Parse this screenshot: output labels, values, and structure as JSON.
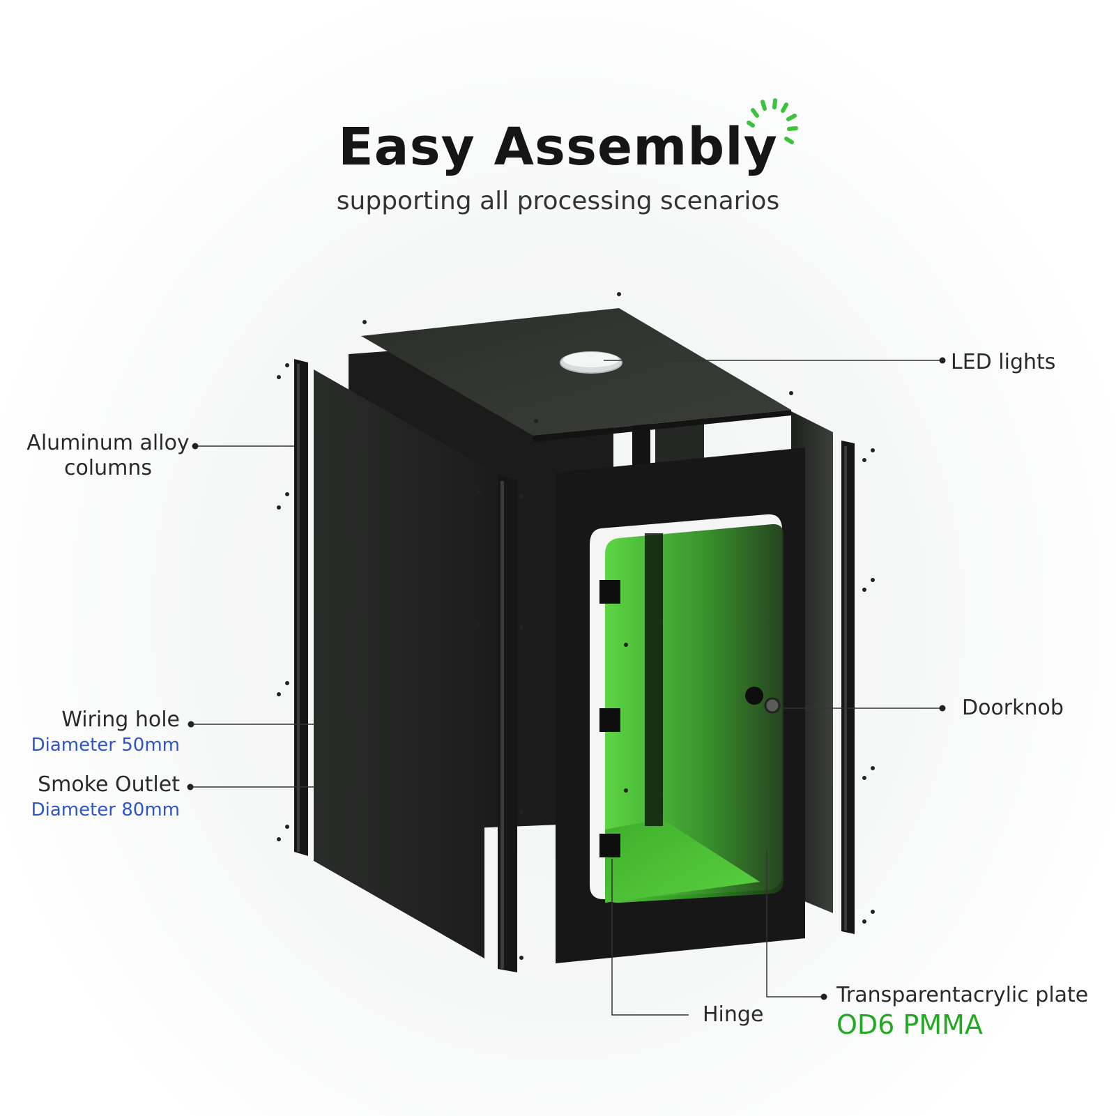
{
  "header": {
    "title": "Easy Assembly",
    "subtitle": "supporting all processing scenarios"
  },
  "colors": {
    "accent_green": "#22a822",
    "spec_blue": "#2f55c8",
    "panel_black": "#1b1d1b",
    "acrylic_green": "#4fd034"
  },
  "labels": {
    "led": {
      "title": "LED lights"
    },
    "columns": {
      "line1": "Aluminum alloy",
      "line2": "columns"
    },
    "wiring": {
      "title": "Wiring hole",
      "spec": "Diameter 50mm"
    },
    "smoke": {
      "title": "Smoke Outlet",
      "spec": "Diameter 80mm"
    },
    "doorknob": {
      "title": "Doorknob"
    },
    "hinge": {
      "title": "Hinge"
    },
    "acrylic": {
      "title": "Transparentacrylic plate",
      "spec": "OD6 PMMA"
    }
  }
}
